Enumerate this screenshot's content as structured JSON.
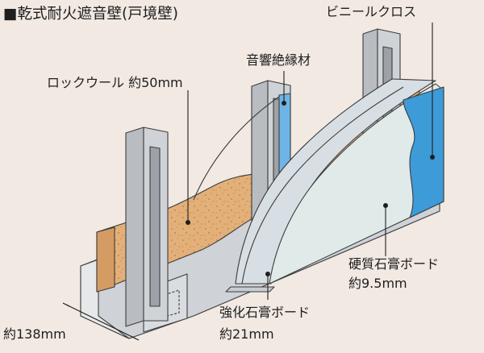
{
  "title": "■乾式耐火遮音壁(戸境壁)",
  "labels": {
    "vinyl_cloth": "ビニールクロス",
    "sound_insulation": "音響絶縁材",
    "rockwool": "ロックウール 約50mm",
    "hard_gypsum": "硬質石膏ボード",
    "hard_gypsum_thickness": "約9.5mm",
    "reinforced_gypsum": "強化石膏ボード",
    "reinforced_gypsum_thickness": "約21mm",
    "wall_thickness": "約138mm"
  },
  "colors": {
    "background": "#f1e9e2",
    "rockwool": "#e3b07a",
    "stud": "#b9bcc1",
    "board_front": "#e0eae8",
    "board_edge": "#d7dfe4",
    "vinyl_cloth": "#3d9bd8",
    "base_track": "#cfd2d6"
  }
}
